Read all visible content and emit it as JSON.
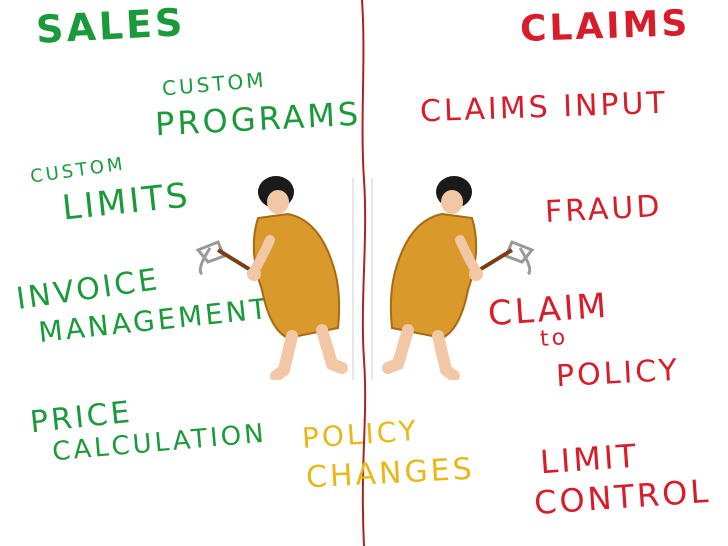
{
  "colors": {
    "sales": "#1a9a3a",
    "claims": "#d81d2a",
    "shared": "#e8b818",
    "divider": "#b02020"
  },
  "headings": {
    "sales": "SALES",
    "claims": "CLAIMS"
  },
  "sales_items": {
    "custom_programs_small": "CUSTOM",
    "custom_programs_big": "PROGRAMS",
    "custom_limits_small": "CUSTOM",
    "custom_limits_big": "LIMITS",
    "invoice_line1": "INVOICE",
    "invoice_line2": "MANAGEMENT",
    "price_line1": "PRICE",
    "price_line2": "CALCULATION"
  },
  "shared_items": {
    "policy_line1": "POLICY",
    "policy_line2": "CHANGES"
  },
  "claims_items": {
    "claims_input": "CLAIMS INPUT",
    "fraud": "FRAUD",
    "claim_line1": "CLAIM",
    "claim_line2": "to",
    "claim_line3": "POLICY",
    "limit_line1": "LIMIT",
    "limit_line2": "CONTROL"
  },
  "figures": {
    "left": "cave-worker-with-pickaxe",
    "right": "cave-worker-with-pickaxe-mirrored"
  }
}
